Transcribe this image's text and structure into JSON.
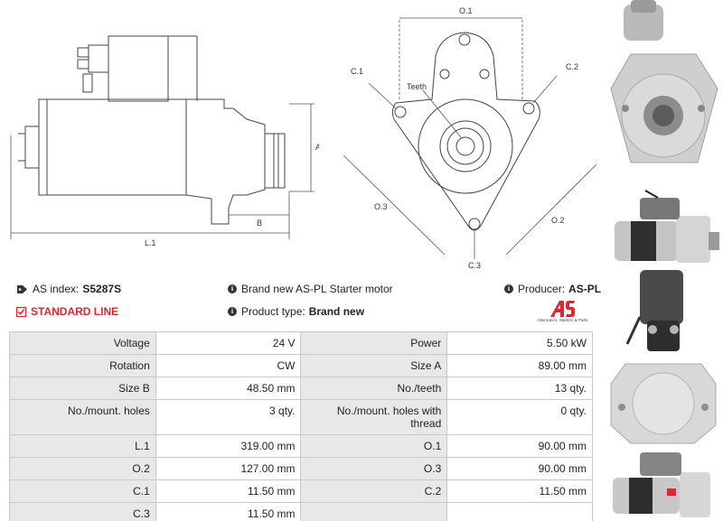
{
  "drawing": {
    "side_labels": {
      "a": "A",
      "b": "B",
      "l1": "L.1"
    },
    "front_labels": {
      "o1": "O.1",
      "o2": "O.2",
      "o3": "O.3",
      "c1": "C.1",
      "c2": "C.2",
      "c3": "C.3",
      "teeth": "Teeth"
    }
  },
  "info": {
    "as_index_label": "AS index:",
    "as_index_value": "S5287S",
    "description": "Brand new AS-PL Starter motor",
    "producer_label": "Producer:",
    "producer_value": "AS-PL",
    "standard_line": "STANDARD LINE",
    "product_type_label": "Product type:",
    "product_type_value": "Brand new"
  },
  "logo": {
    "mark": "AS",
    "tagline": "Alternators, Starters & Parts",
    "accent_color": "#e0262c"
  },
  "specs": [
    {
      "l1": "Voltage",
      "v1": "24 V",
      "l2": "Power",
      "v2": "5.50 kW"
    },
    {
      "l1": "Rotation",
      "v1": "CW",
      "l2": "Size A",
      "v2": "89.00 mm"
    },
    {
      "l1": "Size B",
      "v1": "48.50 mm",
      "l2": "No./teeth",
      "v2": "13 qty."
    },
    {
      "l1": "No./mount. holes",
      "v1": "3 qty.",
      "l2": "No./mount. holes with thread",
      "v2": "0 qty."
    },
    {
      "l1": "L.1",
      "v1": "319.00 mm",
      "l2": "O.1",
      "v2": "90.00 mm"
    },
    {
      "l1": "O.2",
      "v1": "127.00 mm",
      "l2": "O.3",
      "v2": "90.00 mm"
    },
    {
      "l1": "C.1",
      "v1": "11.50 mm",
      "l2": "C.2",
      "v2": "11.50 mm"
    },
    {
      "l1": "C.3",
      "v1": "11.50 mm",
      "l2": "",
      "v2": ""
    }
  ]
}
